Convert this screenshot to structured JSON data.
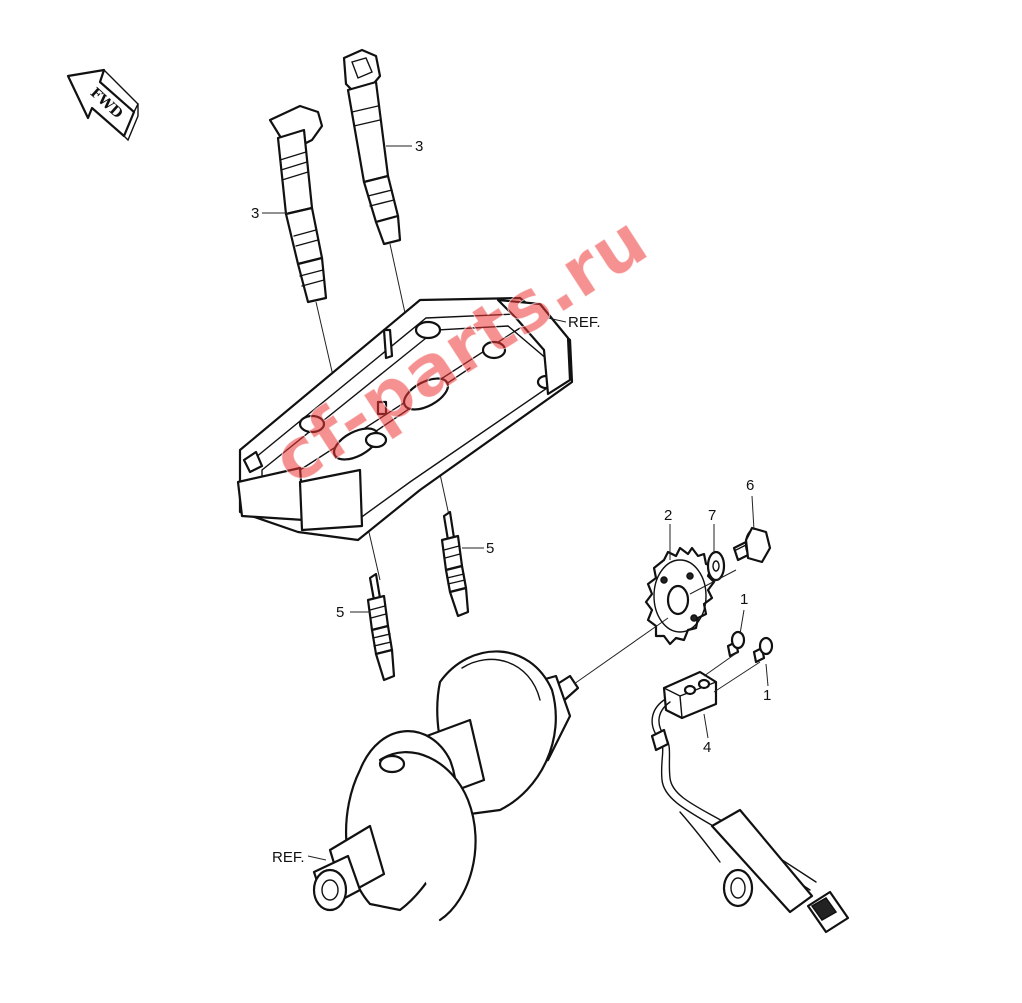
{
  "fwd_label": "FWD",
  "callouts": {
    "coil_left": "3",
    "coil_right": "3",
    "cover_ref": "REF.",
    "plug_right": "5",
    "plug_left": "5",
    "sprocket": "2",
    "washer": "7",
    "bolt_long": "6",
    "screw_top": "1",
    "screw_bottom": "1",
    "sensor": "4",
    "crank_ref": "REF."
  },
  "watermark": "cf-parts.ru",
  "colors": {
    "line": "#111111",
    "watermark": "#ee3737",
    "background": "#ffffff"
  }
}
